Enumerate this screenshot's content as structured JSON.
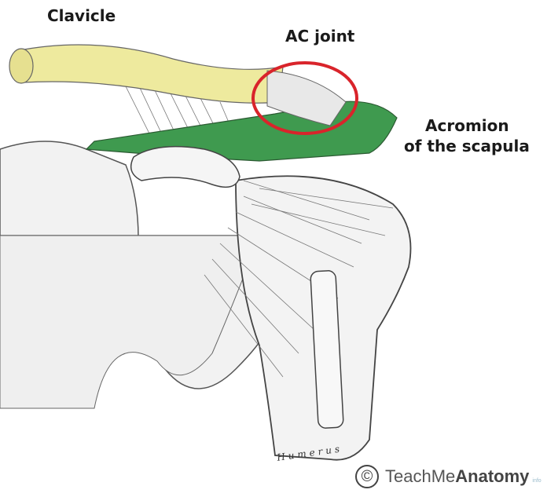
{
  "labels": {
    "clavicle": "Clavicle",
    "ac_joint": "AC joint",
    "acromion_line1": "Acromion",
    "acromion_line2": "of the scapula",
    "humerus": "Humerus"
  },
  "watermark": {
    "symbol": "©",
    "brand_light": "TeachMe",
    "brand_bold": "Anatomy",
    "suffix": "info"
  },
  "colors": {
    "clavicle": "#eeea9e",
    "acromion": "#3f9a4f",
    "highlight_circle": "#d9242b",
    "bone": "#f4f4f4",
    "ink": "#3a3a3a"
  }
}
